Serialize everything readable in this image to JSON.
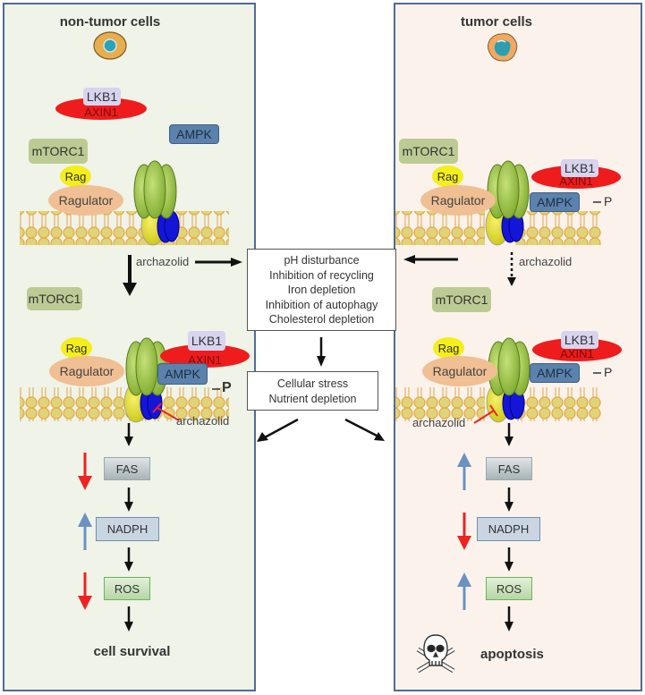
{
  "left_panel": {
    "title": "non-tumor cells",
    "cell_icon": "normal-cell-icon",
    "top": {
      "lkb1": "LKB1",
      "axin1": "AXIN1",
      "ampk": "AMPK",
      "mtorc1": "mTORC1",
      "rag": "Rag",
      "ragulator": "Ragulator"
    },
    "drug_label": "archazolid",
    "mid_mtorc1": "mTORC1",
    "bottom": {
      "rag": "Rag",
      "ragulator": "Ragulator",
      "lkb1": "LKB1",
      "axin1": "AXIN1",
      "ampk": "AMPK",
      "phospho": "P",
      "inhibitor_label": "archazolid"
    },
    "metabolites": [
      {
        "label": "FAS",
        "change": "down",
        "change_color": "#ee2222"
      },
      {
        "label": "NADPH",
        "change": "up",
        "change_color": "#6b92c2"
      },
      {
        "label": "ROS",
        "change": "down",
        "change_color": "#ee2222"
      }
    ],
    "outcome": "cell survival"
  },
  "right_panel": {
    "title": "tumor cells",
    "cell_icon": "tumor-cell-icon",
    "top": {
      "mtorc1": "mTORC1",
      "rag": "Rag",
      "ragulator": "Ragulator",
      "lkb1": "LKB1",
      "axin1": "AXIN1",
      "ampk": "AMPK",
      "phospho": "P"
    },
    "drug_label": "archazolid",
    "mid_mtorc1": "mTORC1",
    "bottom": {
      "rag": "Rag",
      "ragulator": "Ragulator",
      "lkb1": "LKB1",
      "axin1": "AXIN1",
      "ampk": "AMPK",
      "phospho": "P",
      "inhibitor_label": "archazolid"
    },
    "metabolites": [
      {
        "label": "FAS",
        "change": "up",
        "change_color": "#6b92c2"
      },
      {
        "label": "NADPH",
        "change": "down",
        "change_color": "#ee2222"
      },
      {
        "label": "ROS",
        "change": "up",
        "change_color": "#6b92c2"
      }
    ],
    "outcome": "apoptosis",
    "outcome_icon": "skull-crossbones-icon"
  },
  "center": {
    "effects_box": [
      "pH disturbance",
      "Inhibition of recycling",
      "Iron depletion",
      "Inhibition of autophagy",
      "Cholesterol depletion"
    ],
    "stress_box": [
      "Cellular stress",
      "Nutrient depletion"
    ]
  },
  "colors": {
    "panel_border": "#4f6b95",
    "left_bg": "#eff3e8",
    "right_bg": "#fcf2ec",
    "up_arrow": "#6b92c2",
    "down_arrow": "#ee2222",
    "inhibit": "#ee2222"
  }
}
